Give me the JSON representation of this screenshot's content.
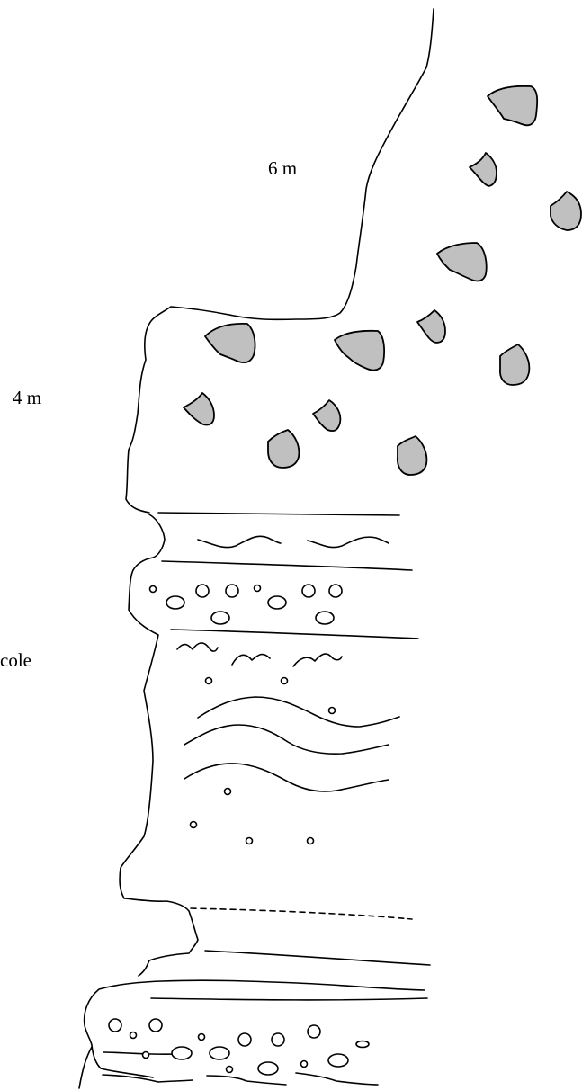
{
  "labels": {
    "top_unit": "6 m",
    "middle_unit": "4 m",
    "lower_unit": "cole"
  },
  "colors": {
    "stroke": "#000000",
    "clast_fill": "#c0c0c0",
    "background": "#ffffff"
  }
}
